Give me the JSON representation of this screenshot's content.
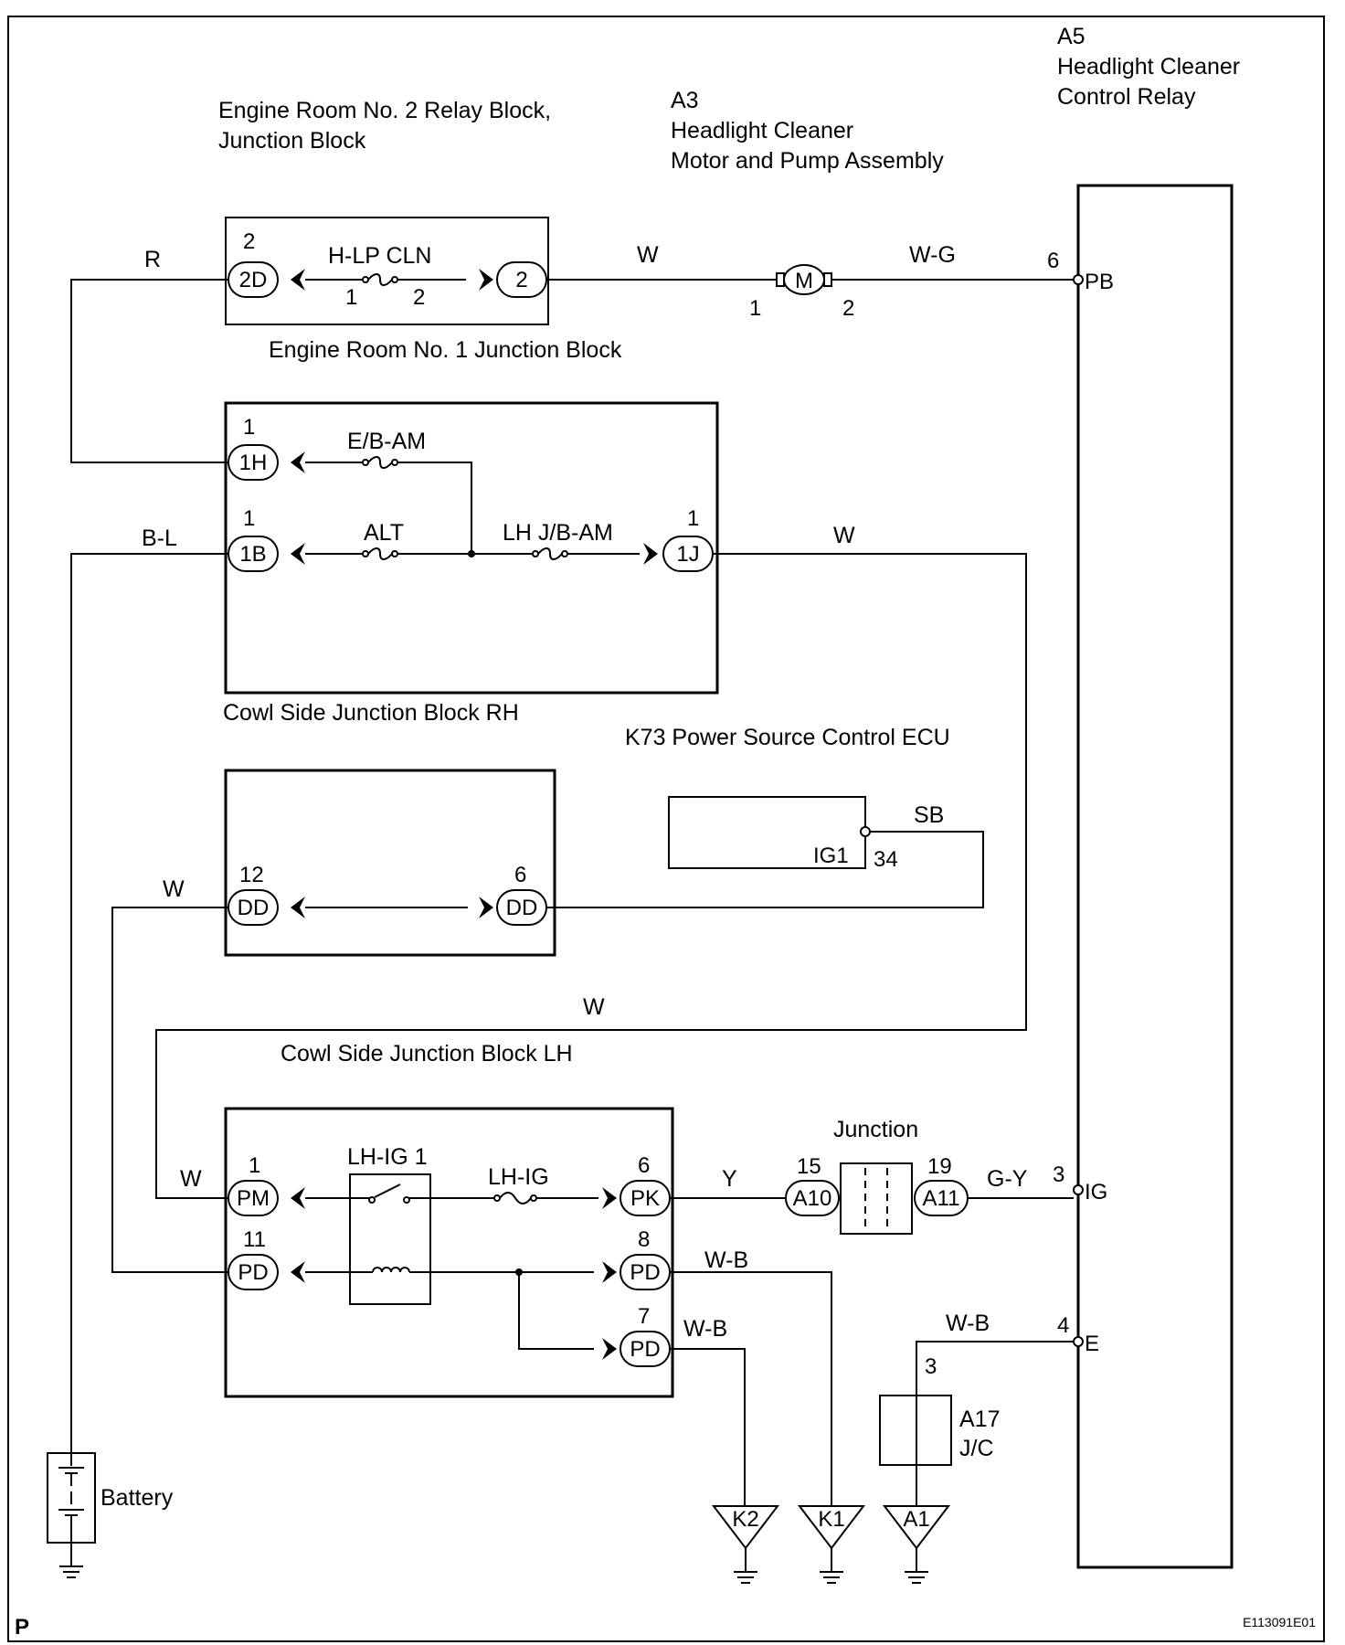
{
  "labels": {
    "relay_title": [
      "A5",
      "Headlight Cleaner",
      "Control Relay"
    ],
    "motor_title": [
      "A3",
      "Headlight Cleaner",
      "Motor and Pump Assembly"
    ],
    "er2_title": [
      "Engine Room No. 2 Relay Block,",
      "Junction Block"
    ],
    "er1_title": "Engine Room No. 1 Junction Block",
    "cowl_rh_title": "Cowl Side Junction Block RH",
    "k73_title": "K73 Power Source Control ECU",
    "cowl_lh_title": "Cowl Side Junction Block LH",
    "junction_title": "Junction",
    "battery": "Battery",
    "jc_name": [
      "A17",
      "J/C"
    ],
    "corner_left": "P",
    "corner_right": "E113091E01"
  },
  "fuses": {
    "hlp_cln": "H-LP CLN",
    "eb_am": "E/B-AM",
    "alt": "ALT",
    "lh_jb_am": "LH J/B-AM",
    "lh_ig1": "LH-IG 1",
    "lh_ig": "LH-IG"
  },
  "wires": {
    "r": "R",
    "w_top": "W",
    "wg": "W-G",
    "bl": "B-L",
    "w_1j": "W",
    "sb": "SB",
    "w_dd": "W",
    "w_long": "W",
    "w_pm": "W",
    "y": "Y",
    "gy": "G-Y",
    "wb_pd8": "W-B",
    "wb_pd7": "W-B",
    "wb_e": "W-B"
  },
  "connectors": {
    "c2d": "2D",
    "c2": "2",
    "c1h": "1H",
    "c1b": "1B",
    "c1j": "1J",
    "dd12": "DD",
    "dd6": "DD",
    "pm": "PM",
    "pd11": "PD",
    "pk": "PK",
    "pd8": "PD",
    "pd7": "PD",
    "a10": "A10",
    "a11": "A11",
    "motor": "M",
    "k2": "K2",
    "k1": "K1",
    "a1": "A1"
  },
  "pins": {
    "p2d": "2",
    "fuse_in": "1",
    "fuse_out": "2",
    "motor_1": "1",
    "motor_2": "2",
    "relay_pb": "6",
    "p1h": "1",
    "p1b": "1",
    "p1j": "1",
    "dd_12": "12",
    "dd_6": "6",
    "ig1_34": "34",
    "pm_1": "1",
    "pd_11": "11",
    "pk_6": "6",
    "pd_8": "8",
    "pd_7": "7",
    "a10_15": "15",
    "a11_19": "19",
    "relay_ig": "3",
    "relay_e": "4",
    "jc_3": "3"
  },
  "terminals": {
    "pb": "PB",
    "ig": "IG",
    "e": "E",
    "ig1": "IG1"
  }
}
